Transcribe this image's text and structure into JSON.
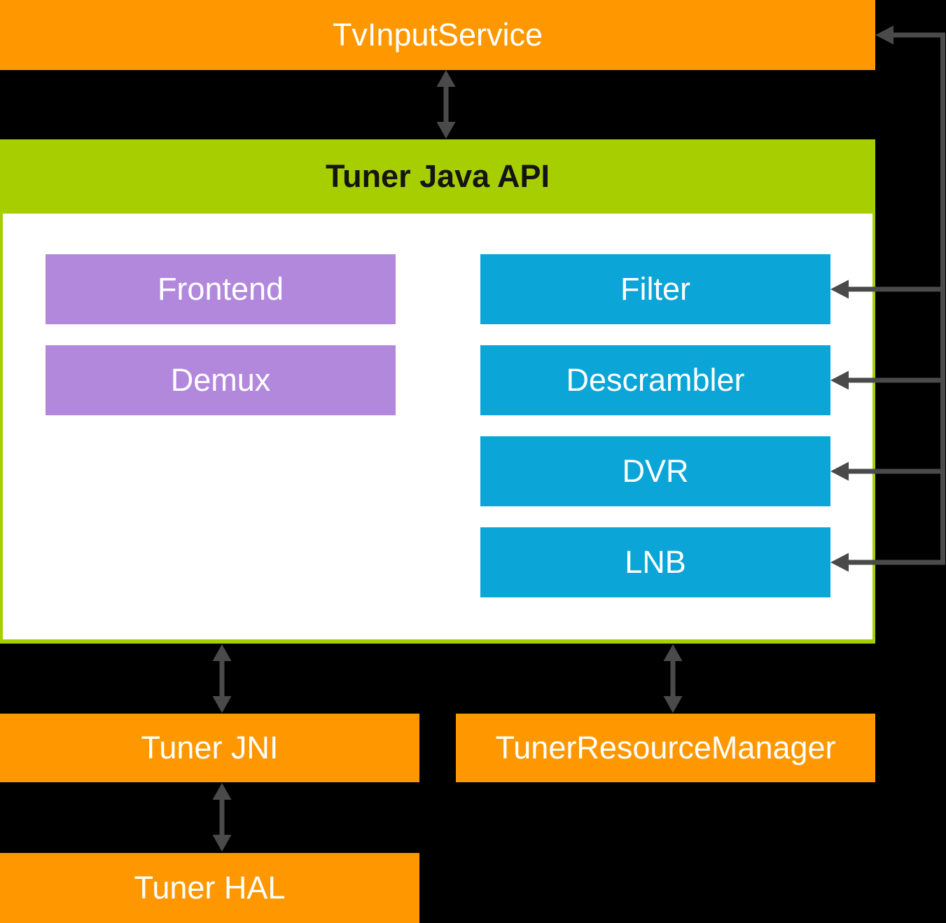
{
  "colors": {
    "background": "#000000",
    "orange": "#FF9800",
    "green": "#A6CE00",
    "purple": "#B288DD",
    "blue": "#0BA5D8",
    "arrow": "#4A4A4A",
    "panel": "#FFFFFF",
    "text_light": "#FFFFFF",
    "text_dark": "#141414"
  },
  "boxes": {
    "tvinputservice": {
      "label": "TvInputService"
    },
    "tuner_java_api": {
      "title": "Tuner Java API"
    },
    "frontend": {
      "label": "Frontend"
    },
    "demux": {
      "label": "Demux"
    },
    "filter": {
      "label": "Filter"
    },
    "descrambler": {
      "label": "Descrambler"
    },
    "dvr": {
      "label": "DVR"
    },
    "lnb": {
      "label": "LNB"
    },
    "tuner_jni": {
      "label": "Tuner JNI"
    },
    "tuner_resource_manager": {
      "label": "TunerResourceManager"
    },
    "tuner_hal": {
      "label": "Tuner HAL"
    }
  }
}
